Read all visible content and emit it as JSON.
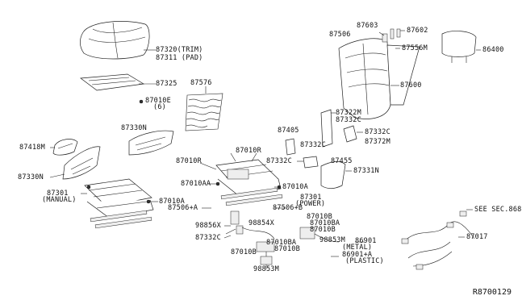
{
  "labels": {
    "p87320": "87320(TRIM)",
    "p87311": "87311 (PAD)",
    "p87325": "87325",
    "p87010e": "87010E",
    "p87010e_qty": "(6)",
    "p87576": "87576",
    "p87330n_top": "87330N",
    "p87418m": "87418M",
    "p87330n_left": "87330N",
    "p87301_manual": "87301",
    "p87301_manual_sub": "(MANUAL)",
    "p87010a_left": "87010A",
    "p87010r_left": "87010R",
    "p87010r_right": "87010R",
    "p87010aa": "87010AA",
    "p87010a_mid": "87010A",
    "p87301_power": "87301",
    "p87301_power_sub": "(POWER)",
    "p87506a": "87506+A",
    "p87506b": "87506+B",
    "p98856x": "98856X",
    "p98854x": "98854X",
    "p87332c_low": "87332C",
    "p87010b_a": "87010B",
    "p87010ba_a": "87010BA",
    "p87010b_b": "87010B",
    "p98853m_a": "98853M",
    "p87010ba_b": "87010BA",
    "p87010b_c": "87010B",
    "p87010b_d": "87010B",
    "p98853m_b": "98853M",
    "p86901": "86901",
    "p86901_sub": "(METAL)",
    "p86901a": "86901+A",
    "p86901a_sub": "(PLASTIC)",
    "p87603": "87603",
    "p87506": "87506",
    "p87602": "87602",
    "p87556m": "87556M",
    "p86400": "86400",
    "p87600": "87600",
    "p87322m": "87322M",
    "p87332c_a": "87332C",
    "p87405": "87405",
    "p87332c_b": "87332C",
    "p87372m": "87372M",
    "p87332c_c": "87332C",
    "p87332c_d": "87332C",
    "p87455": "87455",
    "p87331n": "87331N",
    "see_sec": "SEE SEC.868",
    "p87017": "87017"
  },
  "reference_code": "R8700129"
}
